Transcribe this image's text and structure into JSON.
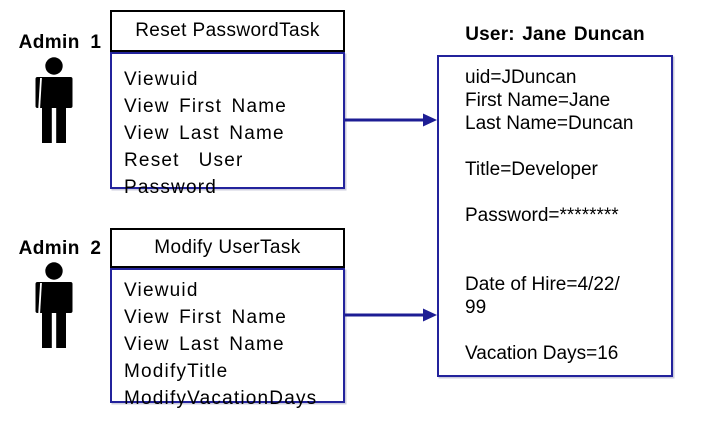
{
  "colors": {
    "box_border": "#23239c",
    "header_border": "#000000",
    "arrow": "#1d1d94",
    "text": "#000000",
    "background": "#ffffff"
  },
  "admins": [
    {
      "label": "Admin 1"
    },
    {
      "label": "Admin 2"
    }
  ],
  "tasks": [
    {
      "title": "Reset PasswordTask",
      "lines": [
        "Viewuid",
        "View First Name",
        "View Last Name",
        "Reset  User  Password"
      ]
    },
    {
      "title": "Modify UserTask",
      "lines": [
        "Viewuid",
        "View First Name",
        "View Last Name",
        "ModifyTitle",
        "ModifyVacationDays"
      ]
    }
  ],
  "user": {
    "heading": "User: Jane Duncan",
    "lines": [
      "uid=JDuncan",
      "First Name=Jane",
      "Last Name=Duncan",
      "",
      "Title=Developer",
      "",
      "Password=********",
      "",
      "",
      "Date of Hire=4/22/",
      "99",
      "",
      "Vacation Days=16"
    ]
  }
}
